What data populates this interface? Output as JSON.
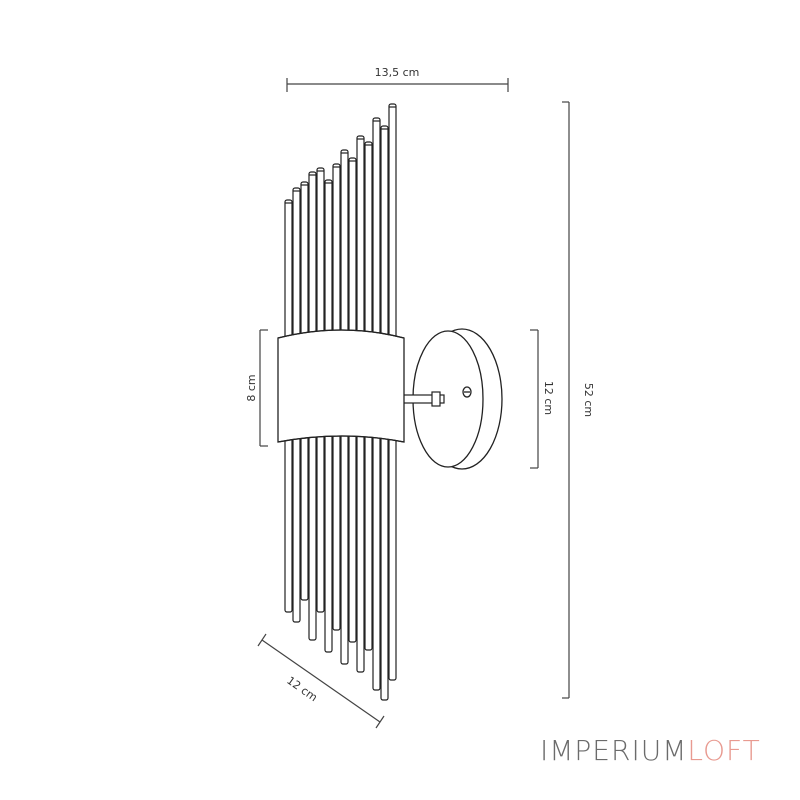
{
  "dimensions": {
    "width": "13,5 cm",
    "height": "52 cm",
    "shade_height": "8 cm",
    "base_diameter": "12 cm",
    "depth": "12 cm"
  },
  "logo": {
    "part1": "IMPERIUM",
    "part2": "LOFT",
    "color_main": "#6b6b6b",
    "color_accent": "#e89a90"
  },
  "colors": {
    "line": "#222222",
    "dimension_line": "#444444"
  }
}
